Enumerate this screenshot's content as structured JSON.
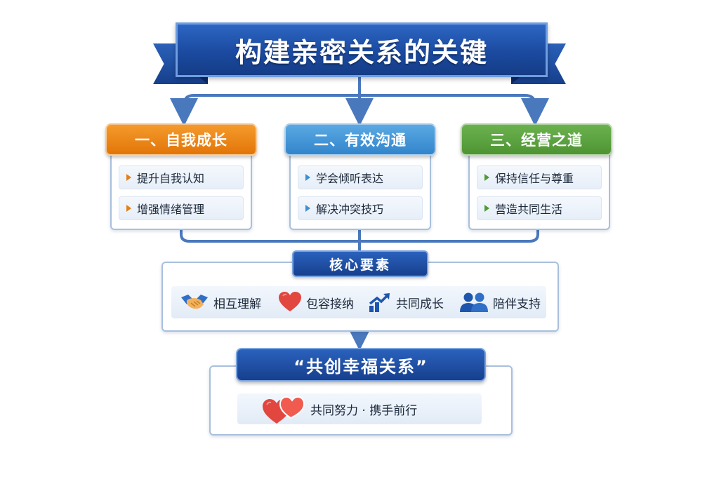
{
  "title": "构建亲密关系的关键",
  "branches": [
    {
      "header": "一、自我成长",
      "items": [
        "提升自我认知",
        "增强情绪管理"
      ]
    },
    {
      "header": "二、有效沟通",
      "items": [
        "学会倾听表达",
        "解决冲突技巧"
      ]
    },
    {
      "header": "三、经营之道",
      "items": [
        "保持信任与尊重",
        "营造共同生活"
      ]
    }
  ],
  "core": {
    "header": "核心要素",
    "items": [
      {
        "label": "相互理解",
        "icon": "handshake-icon"
      },
      {
        "label": "包容接纳",
        "icon": "heart-icon"
      },
      {
        "label": "共同成长",
        "icon": "growth-arrow-icon"
      },
      {
        "label": "陪伴支持",
        "icon": "people-icon"
      }
    ]
  },
  "conclusion": {
    "header": "“共创幸福关系”",
    "item": "共同努力 · 携手前行",
    "icon": "double-heart-icon"
  },
  "colors": {
    "navy": "#1b4aa0",
    "orange": "#e37508",
    "sky": "#3385cc",
    "green": "#4e9433",
    "connector": "#4a78bd"
  }
}
